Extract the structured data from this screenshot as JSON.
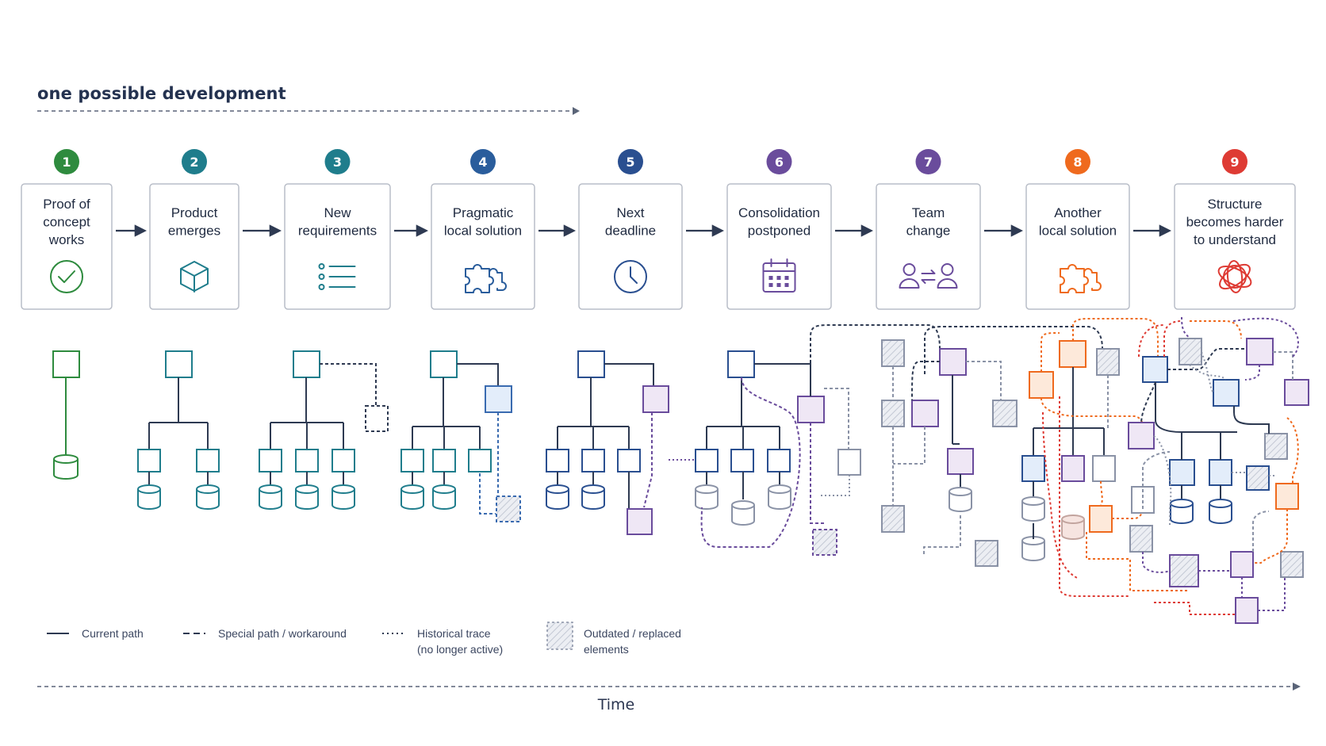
{
  "heading": "one possible development",
  "time_label": "Time",
  "colors": {
    "ink": "#2e3a52",
    "box_border": "#b9bec8",
    "outdated_fill": "#e4e7ee"
  },
  "steps": [
    {
      "number": "1",
      "lines": [
        "Proof of",
        "concept",
        "works"
      ],
      "icon": "check-circle-icon",
      "color": "#2e8b3e"
    },
    {
      "number": "2",
      "lines": [
        "Product",
        "emerges"
      ],
      "icon": "cube-icon",
      "color": "#1f7d8c"
    },
    {
      "number": "3",
      "lines": [
        "New",
        "requirements"
      ],
      "icon": "list-icon",
      "color": "#1f7d8c"
    },
    {
      "number": "4",
      "lines": [
        "Pragmatic",
        "local solution"
      ],
      "icon": "puzzle-icon",
      "color": "#2a5d9c"
    },
    {
      "number": "5",
      "lines": [
        "Next",
        "deadline"
      ],
      "icon": "clock-icon",
      "color": "#2a4f90"
    },
    {
      "number": "6",
      "lines": [
        "Consolidation",
        "postponed"
      ],
      "icon": "calendar-icon",
      "color": "#6a4c9c"
    },
    {
      "number": "7",
      "lines": [
        "Team",
        "change"
      ],
      "icon": "team-swap-icon",
      "color": "#6a4c9c"
    },
    {
      "number": "8",
      "lines": [
        "Another",
        "local solution"
      ],
      "icon": "puzzle-icon",
      "color": "#ef6a1e"
    },
    {
      "number": "9",
      "lines": [
        "Structure",
        "becomes harder",
        "to understand"
      ],
      "icon": "tangle-icon",
      "color": "#de3b34"
    }
  ],
  "legend": [
    {
      "style": "solid",
      "lines": [
        "Current path"
      ]
    },
    {
      "style": "dashed",
      "lines": [
        "Special path / workaround"
      ]
    },
    {
      "style": "dotted",
      "lines": [
        "Historical trace",
        "(no longer active)"
      ]
    },
    {
      "style": "hatched",
      "lines": [
        "Outdated / replaced",
        "elements"
      ]
    }
  ]
}
